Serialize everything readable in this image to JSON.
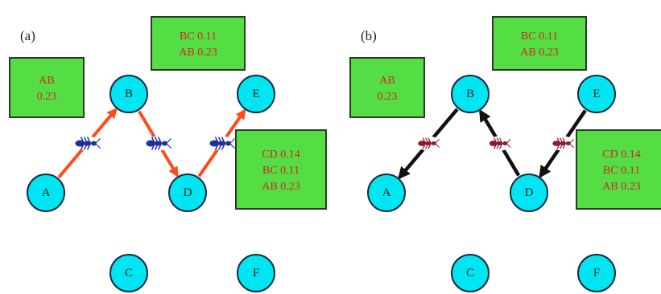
{
  "colors": {
    "node_fill": "#00e5f2",
    "node_stroke": "#1a2a44",
    "table_fill": "#55dd44",
    "table_text": "#d2262a",
    "forward_arrow": "#ff4a1c",
    "backward_arrow": "#111111",
    "forward_ant": "#1f2f9c",
    "backward_ant": "#8b1a2a"
  },
  "icons": {
    "forward_ant": "ant-icon",
    "backward_ant": "ant-icon"
  },
  "panels": [
    {
      "id": "a",
      "label": "(a)",
      "mode": "forward",
      "nodes": [
        {
          "id": "A",
          "label": "A"
        },
        {
          "id": "B",
          "label": "B"
        },
        {
          "id": "C",
          "label": "C"
        },
        {
          "id": "D",
          "label": "D"
        },
        {
          "id": "E",
          "label": "E"
        },
        {
          "id": "F",
          "label": "F"
        }
      ],
      "tables": [
        {
          "at": "A",
          "lines": [
            "AB",
            "0.23"
          ]
        },
        {
          "at": "B",
          "lines": [
            "BC 0.11",
            "AB 0.23"
          ]
        },
        {
          "at": "D",
          "lines": [
            "CD 0.14",
            "BC 0.11",
            "AB 0.23"
          ]
        }
      ],
      "edges": [
        {
          "from": "A",
          "to": "B"
        },
        {
          "from": "B",
          "to": "D"
        },
        {
          "from": "D",
          "to": "E"
        }
      ]
    },
    {
      "id": "b",
      "label": "(b)",
      "mode": "backward",
      "nodes": [
        {
          "id": "A",
          "label": "A"
        },
        {
          "id": "B",
          "label": "B"
        },
        {
          "id": "C",
          "label": "C"
        },
        {
          "id": "D",
          "label": "D"
        },
        {
          "id": "E",
          "label": "E"
        },
        {
          "id": "F",
          "label": "F"
        }
      ],
      "tables": [
        {
          "at": "A",
          "lines": [
            "AB",
            "0.23"
          ]
        },
        {
          "at": "B",
          "lines": [
            "BC 0.11",
            "AB 0.23"
          ]
        },
        {
          "at": "D",
          "lines": [
            "CD 0.14",
            "BC 0.11",
            "AB 0.23"
          ]
        }
      ],
      "edges": [
        {
          "from": "B",
          "to": "A"
        },
        {
          "from": "D",
          "to": "B"
        },
        {
          "from": "E",
          "to": "D"
        }
      ]
    }
  ]
}
